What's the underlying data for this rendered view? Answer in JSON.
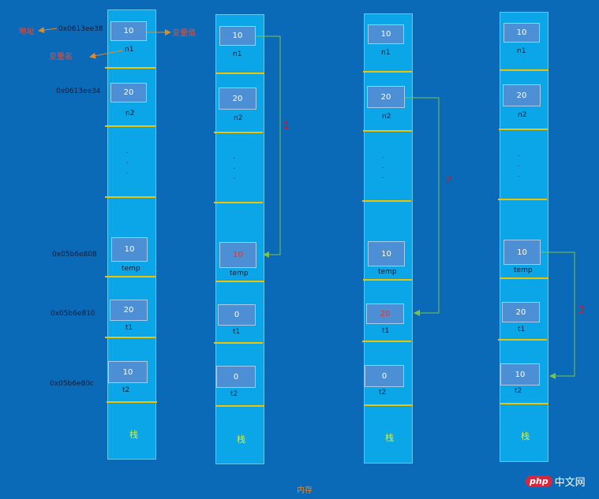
{
  "addresses": {
    "n1": "0x0613ee38",
    "n2": "0x0613ee34",
    "temp": "0x05b6e808",
    "t1": "0x05b6e810",
    "t2": "0x05b6e80c"
  },
  "annotations": {
    "address": "地址",
    "value": "变量值",
    "name": "变量名"
  },
  "columns": [
    {
      "n1": "10",
      "n2": "20",
      "temp": "10",
      "t1": "20",
      "t2": "10",
      "stack": "栈"
    },
    {
      "n1": "10",
      "n2": "20",
      "temp": "10",
      "t1": "0",
      "t2": "0",
      "stack": "栈"
    },
    {
      "n1": "10",
      "n2": "20",
      "temp": "10",
      "t1": "20",
      "t2": "0",
      "stack": "栈"
    },
    {
      "n1": "10",
      "n2": "20",
      "temp": "10",
      "t1": "20",
      "t2": "10",
      "stack": "栈"
    }
  ],
  "var_names": {
    "n1": "n1",
    "n2": "n2",
    "temp": "temp",
    "t1": "t1",
    "t2": "t2"
  },
  "dots": ".\n.\n.",
  "steps": [
    "1",
    "2",
    "3"
  ],
  "caption": "内存",
  "logo": {
    "badge": "php",
    "text": "中文网"
  },
  "colors": {
    "background": "#0b6ab8",
    "stack_column": "#0ba6e8",
    "separator": "#f2c200",
    "cell": "#4d8fd4",
    "arrow": "#7cc24a",
    "changed_value": "#e3342f"
  }
}
